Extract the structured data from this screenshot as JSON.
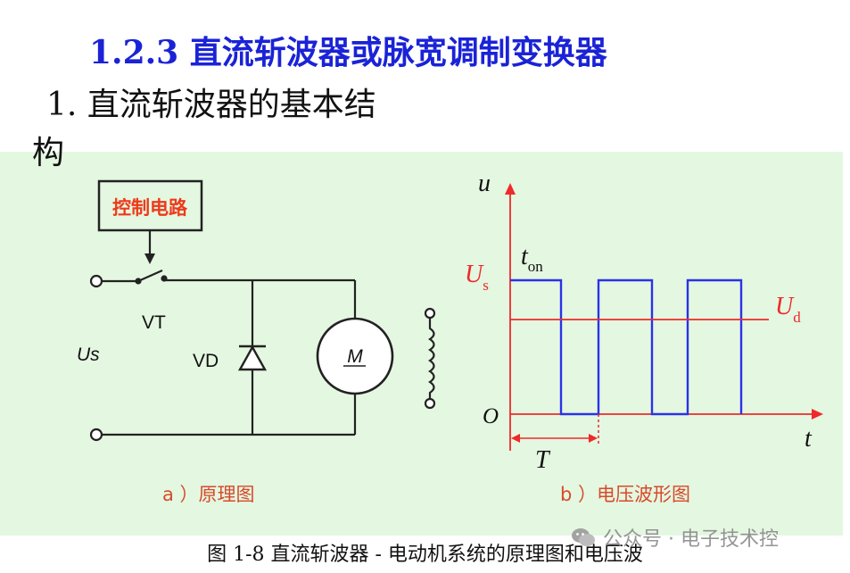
{
  "heading": {
    "section": "1.2.3  直流斩波器或脉宽调制变换器",
    "subtitle_line1": "1. 直流斩波器的基本结",
    "subtitle_line2": "构"
  },
  "schematic": {
    "control_box": "控制电路",
    "switch_label": "VT",
    "diode_label": "VD",
    "source_label": "Us",
    "motor_label": "M",
    "caption": "a ）原理图"
  },
  "waveform": {
    "y_axis_label": "u",
    "x_axis_label": "t",
    "origin_label": "O",
    "us_label_main": "U",
    "us_label_sub": "s",
    "ud_label_main": "U",
    "ud_label_sub": "d",
    "ton_label_main": "t",
    "ton_label_sub": "on",
    "period_label": "T",
    "caption": "b ）电压波形图",
    "pulse_color": "#2a33e6",
    "accent_color": "#ee2a2a"
  },
  "figure_caption": "图 1-8   直流斩波器 - 电动机系统的原理图和电压波",
  "watermark": "公众号 · 电子技术控",
  "colors": {
    "title_blue": "#1a23d6",
    "panel_green": "#e4f7e1",
    "control_text": "#ee3a1a",
    "caption_text": "#d84a2a"
  }
}
